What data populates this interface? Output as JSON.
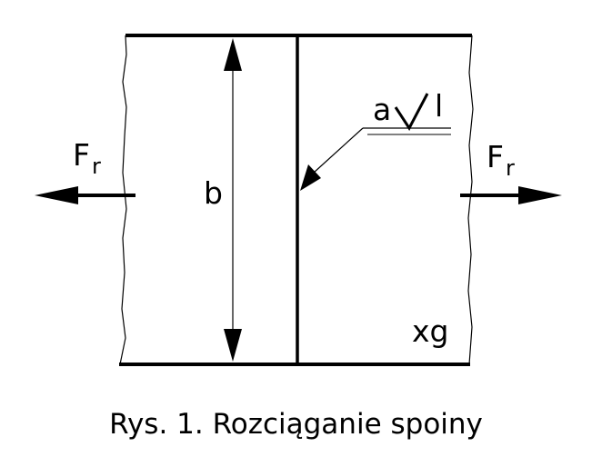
{
  "labels": {
    "force_left": "F",
    "force_left_sub": "r",
    "force_right": "F",
    "force_right_sub": "r",
    "width": "b",
    "weld_symbol_a": "a",
    "weld_symbol_l": "l",
    "corner_mark": "xg"
  },
  "caption": "Rys. 1. Rozciąganie spoiny",
  "colors": {
    "ink": "#000000",
    "background": "#ffffff"
  }
}
